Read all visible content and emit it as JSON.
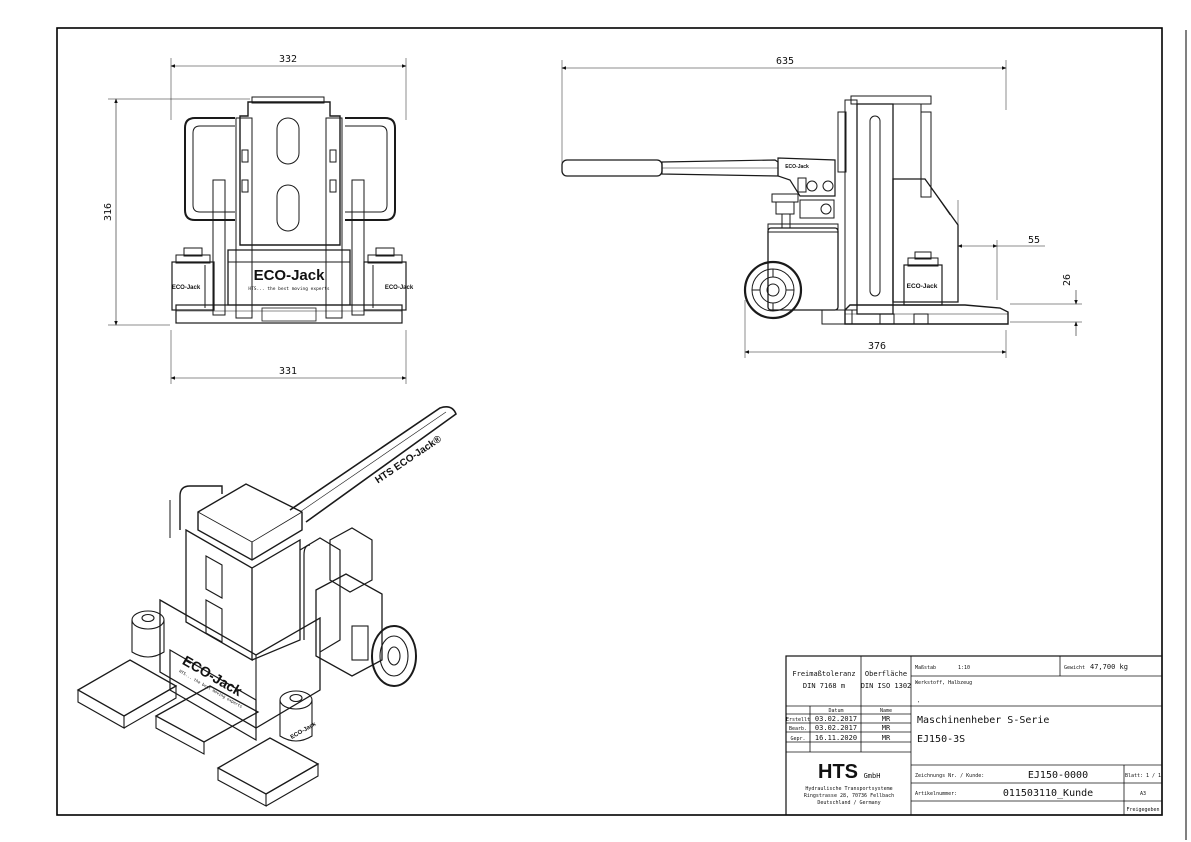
{
  "dimensions": {
    "front_top_width": "332",
    "front_height": "316",
    "front_bottom_width": "331",
    "side_total_length": "635",
    "side_toe_length": "55",
    "side_toe_height": "26",
    "side_base_length": "376"
  },
  "brand": {
    "label": "ECO-Jack",
    "tagline": "HTS... the best moving experts",
    "handle_label": "HTS ECO-Jack®",
    "small_label": "ECO-Jack"
  },
  "title_block": {
    "tolerance_label": "Freimaßtoleranz",
    "tolerance_value": "DIN 7168 m",
    "surface_label": "Oberfläche",
    "surface_value": "DIN ISO 1302",
    "scale_label": "Maßstab",
    "scale_value": "1:10",
    "weight_label": "Gewicht",
    "weight_value": "47,700 kg",
    "material_label": "Werkstoff, Halbzeug",
    "material_value": ",",
    "col_date": "Datum",
    "col_name": "Name",
    "rows": [
      {
        "role": "Erstellt",
        "date": "03.02.2017",
        "name": "MR"
      },
      {
        "role": "Bearb.",
        "date": "03.02.2017",
        "name": "MR"
      },
      {
        "role": "Gepr.",
        "date": "16.11.2020",
        "name": "MR"
      }
    ],
    "title_line1": "Maschinenheber S-Serie",
    "title_line2": "EJ150-3S",
    "company": "HTS",
    "company_suffix": "GmbH",
    "address_line1": "Hydraulische Transportsysteme",
    "address_line2": "Ringstrasse 28, 70736 Fellbach",
    "address_line3": "Deutschland / Germany",
    "drawing_no_label": "Zeichnungs Nr. / Kunde:",
    "drawing_no_value": "EJ150-0000",
    "article_label": "Artikelnummer:",
    "article_value": "011503110_Kunde",
    "sheet_label": "Blatt: 1 / 1",
    "format_value": "A3",
    "status_value": "Freigegeben"
  },
  "colors": {
    "line": "#1a1a1a",
    "paper": "#ffffff",
    "frame": "#000000"
  }
}
